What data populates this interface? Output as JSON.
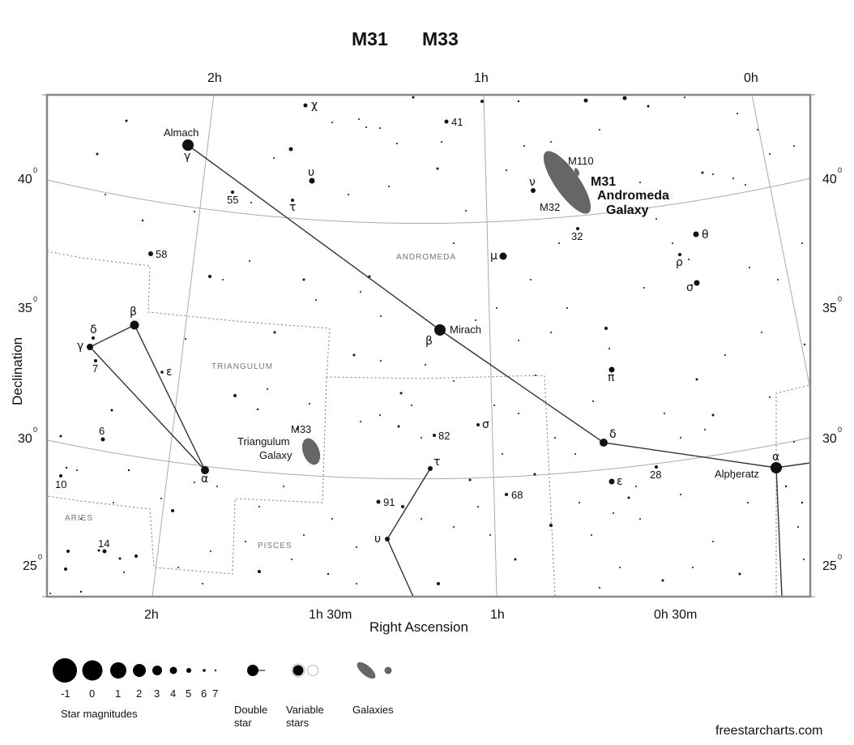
{
  "title": {
    "left": "M31",
    "right": "M33"
  },
  "axes": {
    "x_title": "Right Ascension",
    "y_title": "Declination",
    "top_ra": [
      "2h",
      "1h",
      "0h"
    ],
    "bottom_ra": [
      "2h",
      "1h 30m",
      "1h",
      "0h 30m"
    ],
    "dec_left": [
      "40",
      "35",
      "30",
      "25"
    ],
    "dec_right": [
      "40",
      "35",
      "30",
      "25"
    ],
    "degree_mark": "0"
  },
  "constellations": [
    "Andromeda",
    "Triangulum",
    "Aries",
    "Pisces"
  ],
  "objects": {
    "m31": {
      "label": "M31",
      "name1": "Andromeda",
      "name2": "Galaxy",
      "m110": "M110",
      "m32": "M32"
    },
    "m33": {
      "label": "M33",
      "name1": "Triangulum",
      "name2": "Galaxy"
    }
  },
  "star_names": {
    "almach": "Almach",
    "mirach": "Mirach",
    "alpheratz": "Alpheratz"
  },
  "star_labels": {
    "chi": "χ",
    "n41": "41",
    "upsilon_and": "υ",
    "tau_and": "τ",
    "n55": "55",
    "nu": "ν",
    "n32": "32",
    "theta": "θ",
    "rho": "ρ",
    "sigma_and": "σ",
    "mu": "μ",
    "n58": "58",
    "gamma_alm": "γ",
    "beta_mir": "β",
    "beta_tri": "β",
    "delta_tri": "δ",
    "gamma_tri": "γ",
    "n7": "7",
    "eps_tri": "ε",
    "alpha_tri": "α",
    "n6": "6",
    "n10": "10",
    "n14": "14",
    "pi": "π",
    "delta_and": "δ",
    "n28": "28",
    "eps_and": "ε",
    "alpha_and": "α",
    "sigma_psc": "σ",
    "n82": "82",
    "tau_psc": "τ",
    "n68": "68",
    "n91": "91",
    "upsilon_psc": "υ"
  },
  "legend": {
    "magnitudes": [
      "-1",
      "0",
      "1",
      "2",
      "3",
      "4",
      "5",
      "6",
      "7"
    ],
    "magnitudes_caption": "Star magnitudes",
    "double_l1": "Double",
    "double_l2": "star",
    "variable_l1": "Variable",
    "variable_l2": "stars",
    "galaxies": "Galaxies"
  },
  "credit": "freestarcharts.com"
}
